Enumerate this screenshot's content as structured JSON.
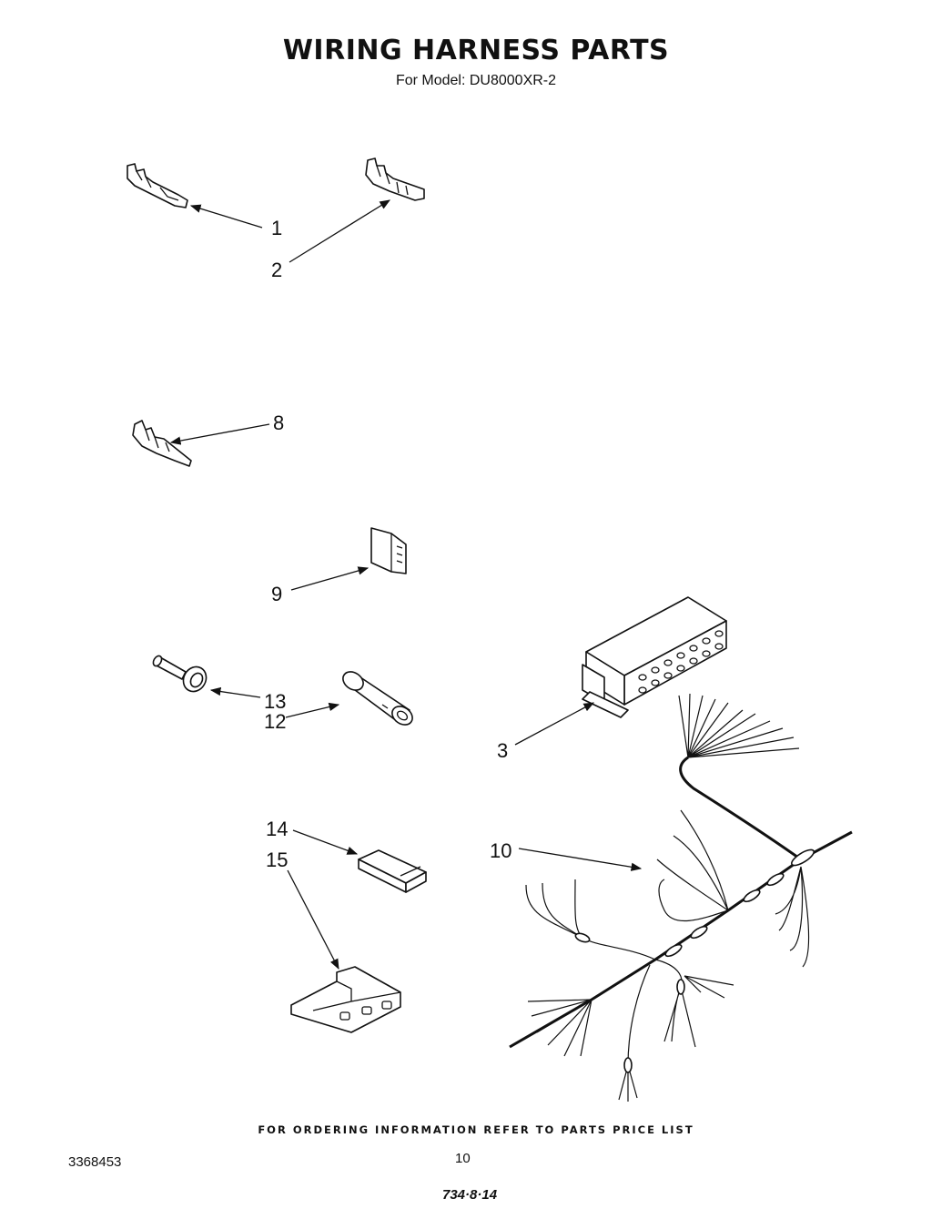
{
  "header": {
    "title": "WIRING HARNESS PARTS",
    "subtitle": "For Model: DU8000XR-2"
  },
  "callouts": {
    "c1": "1",
    "c2": "2",
    "c3": "3",
    "c8": "8",
    "c9": "9",
    "c10": "10",
    "c12": "12",
    "c13": "13",
    "c14": "14",
    "c15": "15"
  },
  "footer": {
    "note": "FOR ORDERING INFORMATION REFER TO PARTS PRICE LIST",
    "doc_number": "3368453",
    "page_number": "10",
    "date_code": "734·8·14"
  }
}
